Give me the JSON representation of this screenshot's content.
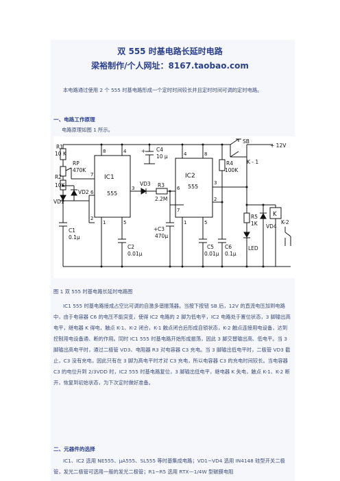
{
  "doc": {
    "title": "双 555 时基电路长延时电路",
    "subtitle": "梁裕制作/个人网址：8167.taobao.com",
    "intro": "本电路通过使用 2 个 555 时基电路形成一个定时时间较长并且定时时间可调的定时电路。",
    "section1": "一、电路工作原理",
    "section1_lead": "电路原理如图 1 所示。",
    "figure_caption": "图 1 双 555 时基电路长延时电路图",
    "para1": "IC1 555 时基电路接成占空比可调的自激多谐振荡器。当按下按钮 SB 后，12V 的直流电压加到电路中，由于电容器 C6 的电压不能突变，使得 IC2 电路的 2 脚为低电平，IC2 电路处于置位状态，3 脚输出高电平，继电器 K 得电，触点 K-1、K-2 闭合，K-1 触点闭合后形成自锁状态，K-2 触点连接用电设备，达到控制用电设备通、断的作用。同时 IC1 555 时基电路开始形成振荡，因此 3 脚交替输出高、低电平。当 3 脚输出高电平时，通过二极管 VD3、电阻器 R3 对电容器 C3 充电。当 3 脚输出低电平时，二极管 VD3 截止，C3 没有充电，因此只有在 3 脚为高电平时才对 C3 充电，所以电容器 C3 的充电时间较长。当电容器 C3 的电位升到 2/3VDD 时，IC2 555 时基电路复位，3 脚输出低电平，继电器 K 失电，触点 K-1、K-2 断开，恢复到初始状态，为下次定时做好准备。",
    "section2": "二、元器件的选择",
    "para2": "IC1、IC2 选用 NE555、μA555、SL555 等时基集成电路；VD1~VD4 选用 IN4148 硅型开关二极管，发光二极管可选用一般的发光二极管；R1~R5 选用 RTX—1/4W 型碳膜电阻"
  },
  "circuit": {
    "labels": {
      "R1": "R1",
      "R1v": "10 K",
      "RP": "RP",
      "RPv": "470K",
      "R2": "R2",
      "R2v": "10K",
      "VD1": "VD1",
      "VD2": "VD2",
      "C1": "C1",
      "C1v": "0.1μ",
      "IC1": "IC1",
      "IC1t": "555",
      "C2": "C2",
      "C2v": "0.01μ",
      "C4": "C4",
      "C4v": "10 μ",
      "VD3": "VD3",
      "R3": "R3",
      "R3v": "2.2M",
      "C3": "C3",
      "C3v": "470μ",
      "IC2": "IC2",
      "IC2t": "555",
      "C5": "C5",
      "C5v": "0.01μ",
      "C6": "C6",
      "C6v": "0.1μ",
      "R4": "R4",
      "R4v": "100K",
      "SB": "SB",
      "K1": "K - 1",
      "V": "+ 12V",
      "R5": "R5",
      "R5v": "1K",
      "LED": "LED",
      "VD4": "VD4",
      "K": "K",
      "K2": "K-2",
      "plus1": "+",
      "plus2": "+"
    },
    "pins": {
      "ic1_8": "8",
      "ic1_4": "4",
      "ic1_7": "7",
      "ic1_6": "6",
      "ic1_2": "2",
      "ic1_3": "3",
      "ic1_1": "1",
      "ic1_5": "5",
      "ic2_4": "4",
      "ic2_8": "8",
      "ic2_6": "6",
      "ic2_3": "3",
      "ic2_7": "7",
      "ic2_2": "2",
      "ic2_1": "1",
      "ic2_5": "5"
    }
  }
}
